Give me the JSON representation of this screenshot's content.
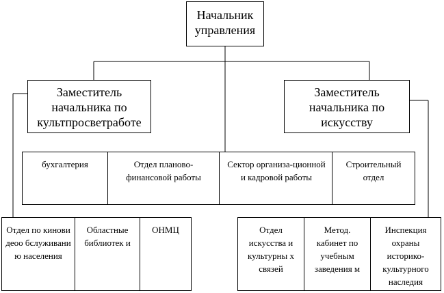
{
  "head": "Начальник управления",
  "deputy_left": "Заместитель начальника по культпросветработе",
  "deputy_right": "Заместитель начальника по искусству",
  "middle_row": [
    "бухгалтерия",
    "Отдел планово-финансовой работы",
    "Сектор организа-ционной и кадровой работы",
    "Строительный отдел"
  ],
  "bottom_left": [
    "Отдел по киновидеоо бслуживани ю населения",
    "Областные библиотек и",
    "ОНМЦ"
  ],
  "bottom_right": [
    "Отдел искусства и культурны х связей",
    "Метод. кабинет по учебным заведения м",
    "Инспекция охраны историко-культурного наследия"
  ]
}
